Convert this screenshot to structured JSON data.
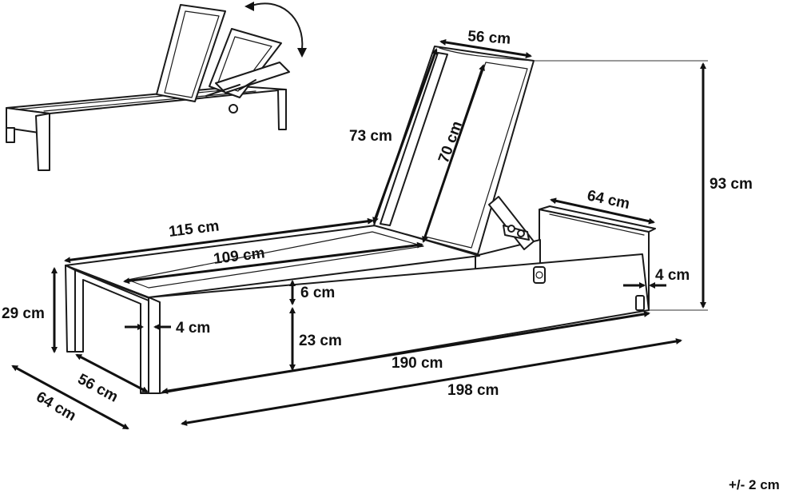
{
  "labels": {
    "backrest_width": "56 cm",
    "backrest_outer_length": "73 cm",
    "backrest_inner_length": "70 cm",
    "total_height": "93 cm",
    "armrest_length": "64 cm",
    "seat_outer_length": "115 cm",
    "seat_inner_length": "109 cm",
    "frame_depth_right": "4 cm",
    "seat_thickness": "6 cm",
    "seat_height": "23 cm",
    "frame_depth_left": "4 cm",
    "leg_height": "29 cm",
    "inner_width": "56 cm",
    "outer_width": "64 cm",
    "inner_length": "190 cm",
    "outer_length": "198 cm"
  },
  "tolerance": "+/- 2 cm"
}
